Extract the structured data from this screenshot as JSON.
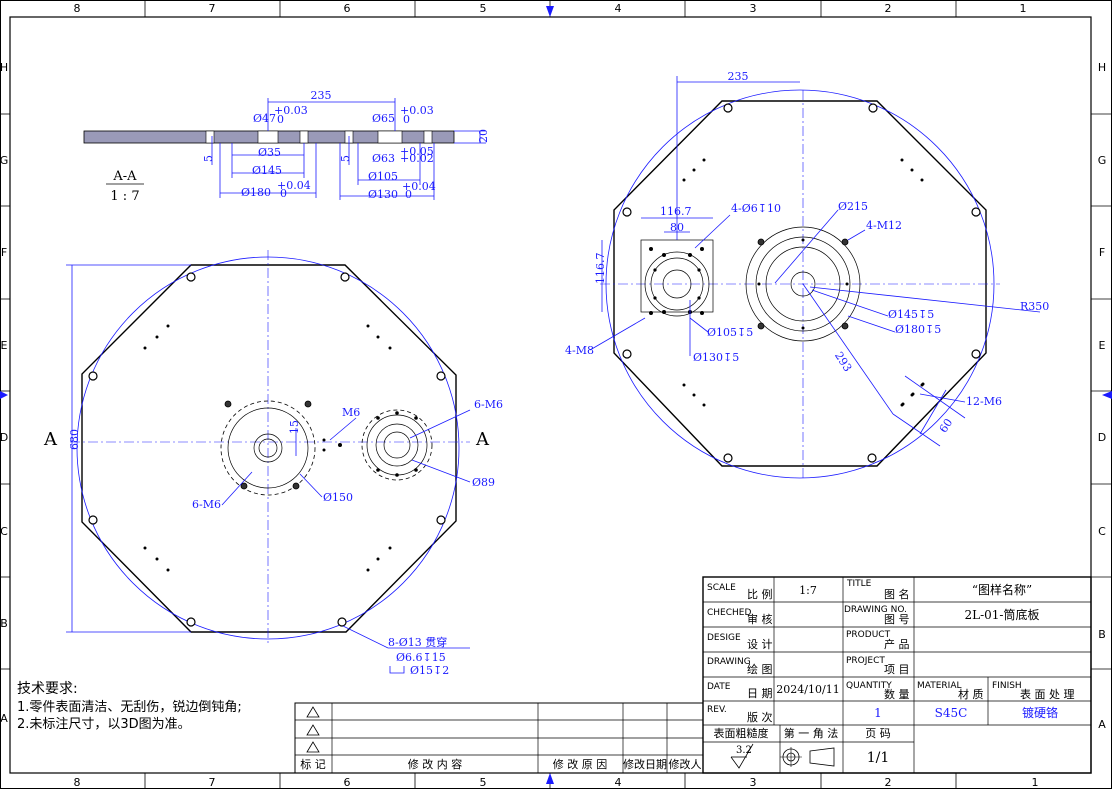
{
  "border": {
    "columns": [
      "8",
      "7",
      "6",
      "5",
      "4",
      "3",
      "2",
      "1"
    ],
    "rows": [
      "H",
      "G",
      "F",
      "E",
      "D",
      "C",
      "B",
      "A"
    ]
  },
  "section_view": {
    "label": "A-A",
    "scale": "1 : 7",
    "dims": {
      "d235": "235",
      "d47": "Ø47",
      "d47_tol": "+0.03",
      "d47_tol0": "0",
      "d65": "Ø65",
      "d65_tol": "+0.03",
      "d65_tol0": "0",
      "d35": "Ø35",
      "d63": "Ø63",
      "d63_tol_a": "+0.05",
      "d63_tol_b": "+0.02",
      "d145": "Ø145",
      "d105": "Ø105",
      "d180": "Ø180",
      "d180_tol": "+0.04",
      "d180_tol0": "0",
      "d130": "Ø130",
      "d130_tol": "+0.04",
      "d130_tol0": "0",
      "d20": "20",
      "d5a": "5",
      "d5b": "5"
    }
  },
  "front_view": {
    "section_mark_left": "A",
    "section_mark_right": "A",
    "dims": {
      "d680": "680",
      "m6_left": "6-M6",
      "m6_mid": "M6",
      "m6_top": "6-M6",
      "d150": "Ø150",
      "d89": "Ø89",
      "d15": "15",
      "holes_a": "8-Ø13 贯穿",
      "holes_b": "Ø6.6↧15",
      "holes_c": "Ø15↧2"
    }
  },
  "back_view": {
    "dims": {
      "d235": "235",
      "d116_7_h": "116.7",
      "d80": "80",
      "d116_7_v": "116.7",
      "m6_holes": "4-Ø6↧10",
      "d215": "Ø215",
      "m12": "4-M12",
      "r350": "R350",
      "d145": "Ø145↧5",
      "d180": "Ø180↧5",
      "d105": "Ø105↧5",
      "d130": "Ø130↧5",
      "m8": "4-M8",
      "d293": "293",
      "m6_12": "12-M6",
      "d60": "60"
    }
  },
  "tech_requirements": {
    "title": "技术要求:",
    "line1": "1.零件表面清洁、无刮伤，锐边倒钝角;",
    "line2": "2.未标注尺寸，以3D图为准。"
  },
  "revision_table": {
    "col_mark": "标 记",
    "col_content": "修 改 内 容",
    "col_reason": "修 改 原 因",
    "col_date": "修改日期",
    "col_person": "修改人"
  },
  "title_block": {
    "scale_en": "SCALE",
    "scale_cn": "比 例",
    "scale_val": "1:7",
    "title_en": "TITLE",
    "title_cn": "图 名",
    "title_val": "“图样名称”",
    "checked_en": "CHECHED",
    "checked_cn": "审 核",
    "drawing_no_en": "DRAWING NO.",
    "drawing_no_cn": "图 号",
    "drawing_no_val": "2L-01-筒底板",
    "design_en": "DESIGE",
    "design_cn": "设 计",
    "product_en": "PRODUCT",
    "product_cn": "产 品",
    "drawing_en": "DRAWING",
    "drawing_cn": "绘 图",
    "project_en": "PROJECT",
    "project_cn": "项 目",
    "date_en": "DATE",
    "date_cn": "日 期",
    "date_val": "2024/10/11",
    "quantity_en": "QUANTITY",
    "quantity_cn": "数 量",
    "material_en": "MATERIAL",
    "material_cn": "材 质",
    "finish_en": "FINISH",
    "finish_cn": "表 面 处 理",
    "rev_en": "REV.",
    "rev_cn": "版 次",
    "quantity_val": "1",
    "material_val": "S45C",
    "finish_val": "镀硬铬",
    "roughness_label": "表面粗糙度",
    "angle_label": "第 一 角 法",
    "page_label": "页 码",
    "roughness_val": "3.2",
    "page_val": "1/1"
  }
}
